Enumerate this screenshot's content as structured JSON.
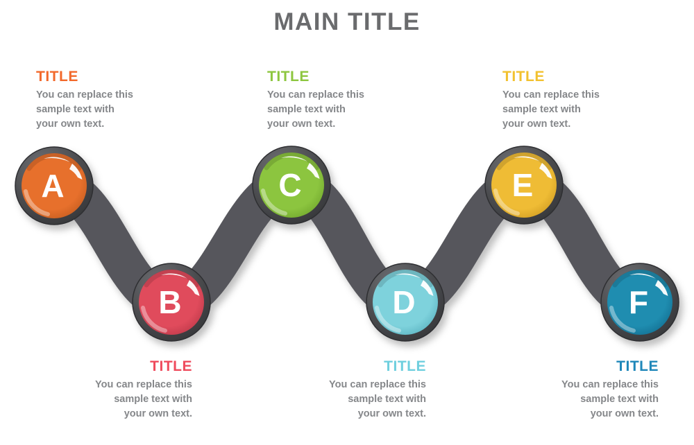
{
  "main_title": "MAIN TITLE",
  "colors": {
    "band": "#56575B",
    "ring_outline": "#2E2F31",
    "main_title_text": "#6A6B6D",
    "body_text": "#85878A"
  },
  "blocks": [
    {
      "id": "A",
      "position": "top",
      "title": "TITLE",
      "title_color": "#F2692B",
      "body_lines": [
        "You can replace this",
        "sample text with",
        "your own text."
      ]
    },
    {
      "id": "B",
      "position": "bottom",
      "title": "TITLE",
      "title_color": "#EF4B5D",
      "body_lines": [
        "You can replace this",
        "sample text with",
        "your own text."
      ]
    },
    {
      "id": "C",
      "position": "top",
      "title": "TITLE",
      "title_color": "#8DC63F",
      "body_lines": [
        "You can replace this",
        "sample text with",
        "your own text."
      ]
    },
    {
      "id": "D",
      "position": "bottom",
      "title": "TITLE",
      "title_color": "#6FCFDE",
      "body_lines": [
        "You can replace this",
        "sample text with",
        "your own text."
      ]
    },
    {
      "id": "E",
      "position": "top",
      "title": "TITLE",
      "title_color": "#F2C12F",
      "body_lines": [
        "You can replace this",
        "sample text with",
        "your own text."
      ]
    },
    {
      "id": "F",
      "position": "bottom",
      "title": "TITLE",
      "title_color": "#1E87B9",
      "body_lines": [
        "You can replace this",
        "sample text with",
        "your own text."
      ]
    }
  ],
  "nodes": [
    {
      "letter": "A",
      "color": "#E7702C",
      "dark": "#B9561B"
    },
    {
      "letter": "B",
      "color": "#E04B5C",
      "dark": "#B23343"
    },
    {
      "letter": "C",
      "color": "#8CC53F",
      "dark": "#679D27"
    },
    {
      "letter": "D",
      "color": "#7ED2DC",
      "dark": "#4FA9B8"
    },
    {
      "letter": "E",
      "color": "#EFBC35",
      "dark": "#C6931C"
    },
    {
      "letter": "F",
      "color": "#1F8DB0",
      "dark": "#0E6487"
    }
  ]
}
